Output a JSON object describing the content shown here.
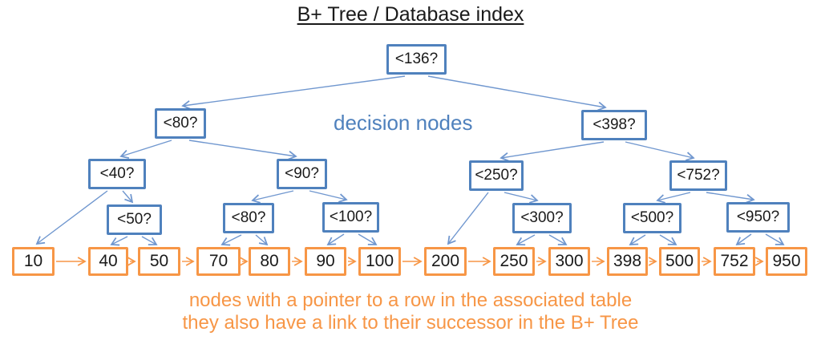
{
  "title": "B+ Tree / Database index",
  "labels": {
    "decision_nodes": "decision nodes",
    "caption_line1": "nodes with a pointer to a row in the associated table",
    "caption_line2": "they also have a link to their successor in the B+ Tree"
  },
  "colors": {
    "decision_border_blue": "#4f81bd",
    "connector_blue": "#7097cf",
    "leaf_border_orange": "#f79646",
    "caption_orange": "#f79646",
    "text_black": "#1a1a1a"
  },
  "tree": {
    "decision_nodes": [
      {
        "id": "n136",
        "label": "<136?"
      },
      {
        "id": "n80a",
        "label": "<80?"
      },
      {
        "id": "n398",
        "label": "<398?"
      },
      {
        "id": "n40",
        "label": "<40?"
      },
      {
        "id": "n90",
        "label": "<90?"
      },
      {
        "id": "n250",
        "label": "<250?"
      },
      {
        "id": "n752",
        "label": "<752?"
      },
      {
        "id": "n50",
        "label": "<50?"
      },
      {
        "id": "n80b",
        "label": "<80?"
      },
      {
        "id": "n100",
        "label": "<100?"
      },
      {
        "id": "n300",
        "label": "<300?"
      },
      {
        "id": "n500",
        "label": "<500?"
      },
      {
        "id": "n950",
        "label": "<950?"
      }
    ],
    "leaf_nodes": [
      "10",
      "40",
      "50",
      "70",
      "80",
      "90",
      "100",
      "200",
      "250",
      "300",
      "398",
      "500",
      "752",
      "950"
    ],
    "edges": [
      [
        "n136",
        "n80a"
      ],
      [
        "n136",
        "n398"
      ],
      [
        "n80a",
        "n40"
      ],
      [
        "n80a",
        "n90"
      ],
      [
        "n398",
        "n250"
      ],
      [
        "n398",
        "n752"
      ],
      [
        "n40",
        "leaf:10"
      ],
      [
        "n40",
        "n50"
      ],
      [
        "n50",
        "leaf:40"
      ],
      [
        "n50",
        "leaf:50"
      ],
      [
        "n90",
        "n80b"
      ],
      [
        "n90",
        "n100"
      ],
      [
        "n80b",
        "leaf:70"
      ],
      [
        "n80b",
        "leaf:80"
      ],
      [
        "n100",
        "leaf:90"
      ],
      [
        "n100",
        "leaf:100"
      ],
      [
        "n250",
        "leaf:200"
      ],
      [
        "n250",
        "n300"
      ],
      [
        "n300",
        "leaf:250"
      ],
      [
        "n300",
        "leaf:300"
      ],
      [
        "n752",
        "n500"
      ],
      [
        "n752",
        "n950"
      ],
      [
        "n500",
        "leaf:398"
      ],
      [
        "n500",
        "leaf:500"
      ],
      [
        "n950",
        "leaf:752"
      ],
      [
        "n950",
        "leaf:950"
      ]
    ],
    "successor_chain": "10 → 40 → 50 → 70 → 80 → 90 → 100 → 200 → 250 → 300 → 398 → 500 → 752 → 950"
  }
}
